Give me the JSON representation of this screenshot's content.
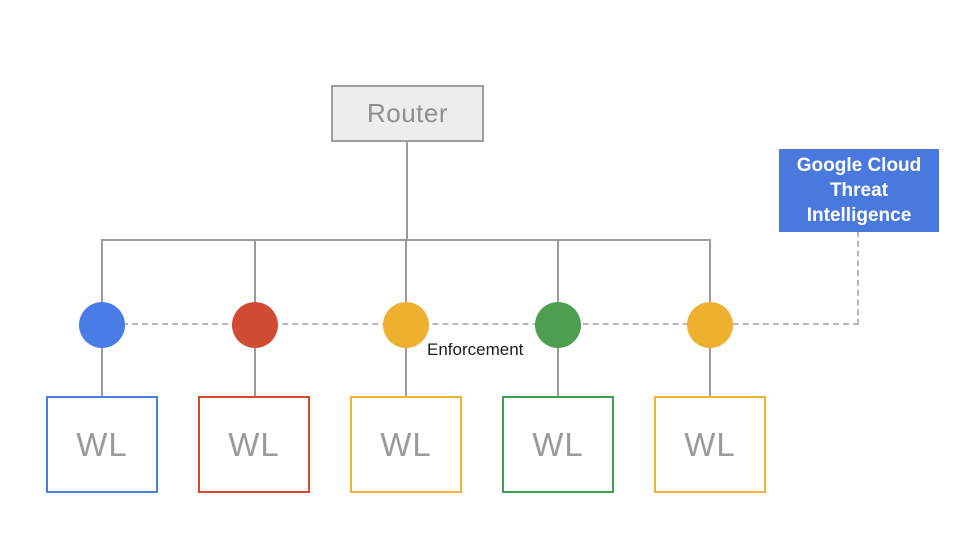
{
  "router": {
    "label": "Router"
  },
  "threat_intelligence": {
    "lines": [
      "Google Cloud",
      "Threat",
      "Intelligence"
    ],
    "bg_color": "#4a79dd",
    "text_color": "#ffffff"
  },
  "enforcement": {
    "label": "Enforcement"
  },
  "nodes": [
    {
      "name": "blue",
      "circle_color": "#4a7ce8",
      "box_border_color": "#4a7de0",
      "box_label": "WL"
    },
    {
      "name": "red",
      "circle_color": "#d14b33",
      "box_border_color": "#d8492f",
      "box_label": "WL"
    },
    {
      "name": "yellow-1",
      "circle_color": "#eeb02e",
      "box_border_color": "#f0b434",
      "box_label": "WL"
    },
    {
      "name": "green",
      "circle_color": "#4c9e50",
      "box_border_color": "#3f9e4f",
      "box_label": "WL"
    },
    {
      "name": "yellow-2",
      "circle_color": "#eeb02e",
      "box_border_color": "#f0b434",
      "box_label": "WL"
    }
  ],
  "style": {
    "line_color": "#9b9b9b",
    "dashed_line_color": "#b8b8b8",
    "router_fill": "#ededed",
    "router_border": "#9e9e9e",
    "text_gray": "#8f8f8f",
    "wl_text_gray": "#9a9a9a"
  }
}
